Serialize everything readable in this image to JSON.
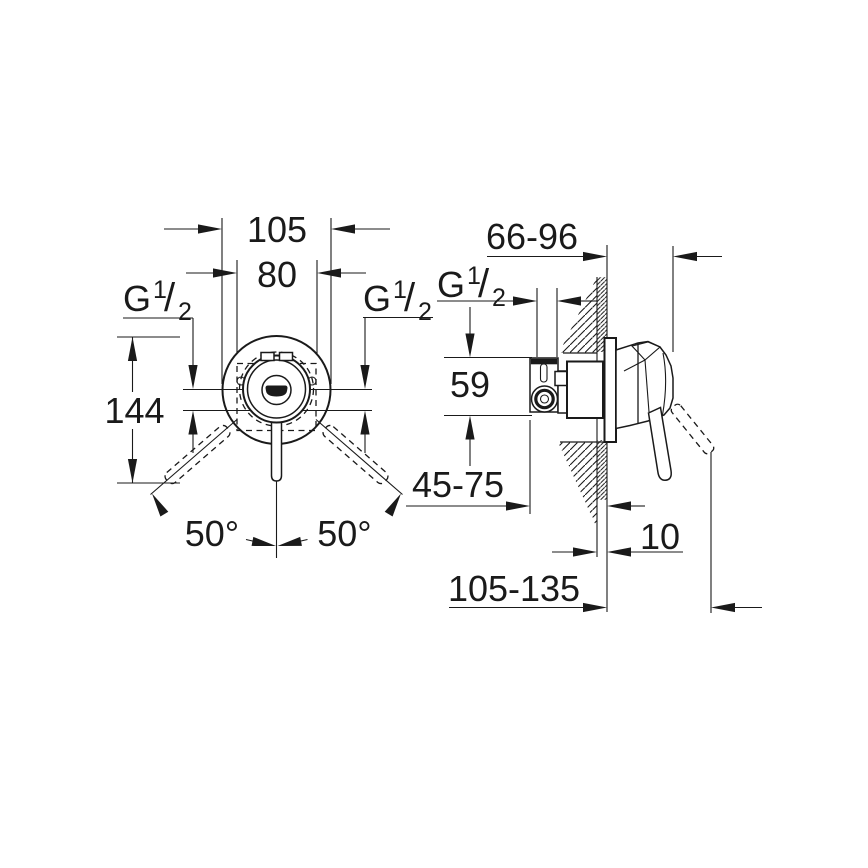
{
  "colors": {
    "ink": "#1a1a1a",
    "background": "#ffffff"
  },
  "front_view": {
    "plate_width": "105",
    "body_width": "80",
    "overall_height": "144",
    "lever_swing_left": "50°",
    "lever_swing_right": "50°",
    "thread_left": {
      "prefix": "G",
      "numerator": "1",
      "slash": "/",
      "denominator": "2"
    },
    "thread_right": {
      "prefix": "G",
      "numerator": "1",
      "slash": "/",
      "denominator": "2"
    }
  },
  "side_view": {
    "install_depth_range": "66-96",
    "thread": {
      "prefix": "G",
      "numerator": "1",
      "slash": "/",
      "denominator": "2"
    },
    "body_height": "59",
    "rough_in_depth_range": "45-75",
    "wall_finish_thickness": "10",
    "overall_depth_range": "105-135"
  }
}
